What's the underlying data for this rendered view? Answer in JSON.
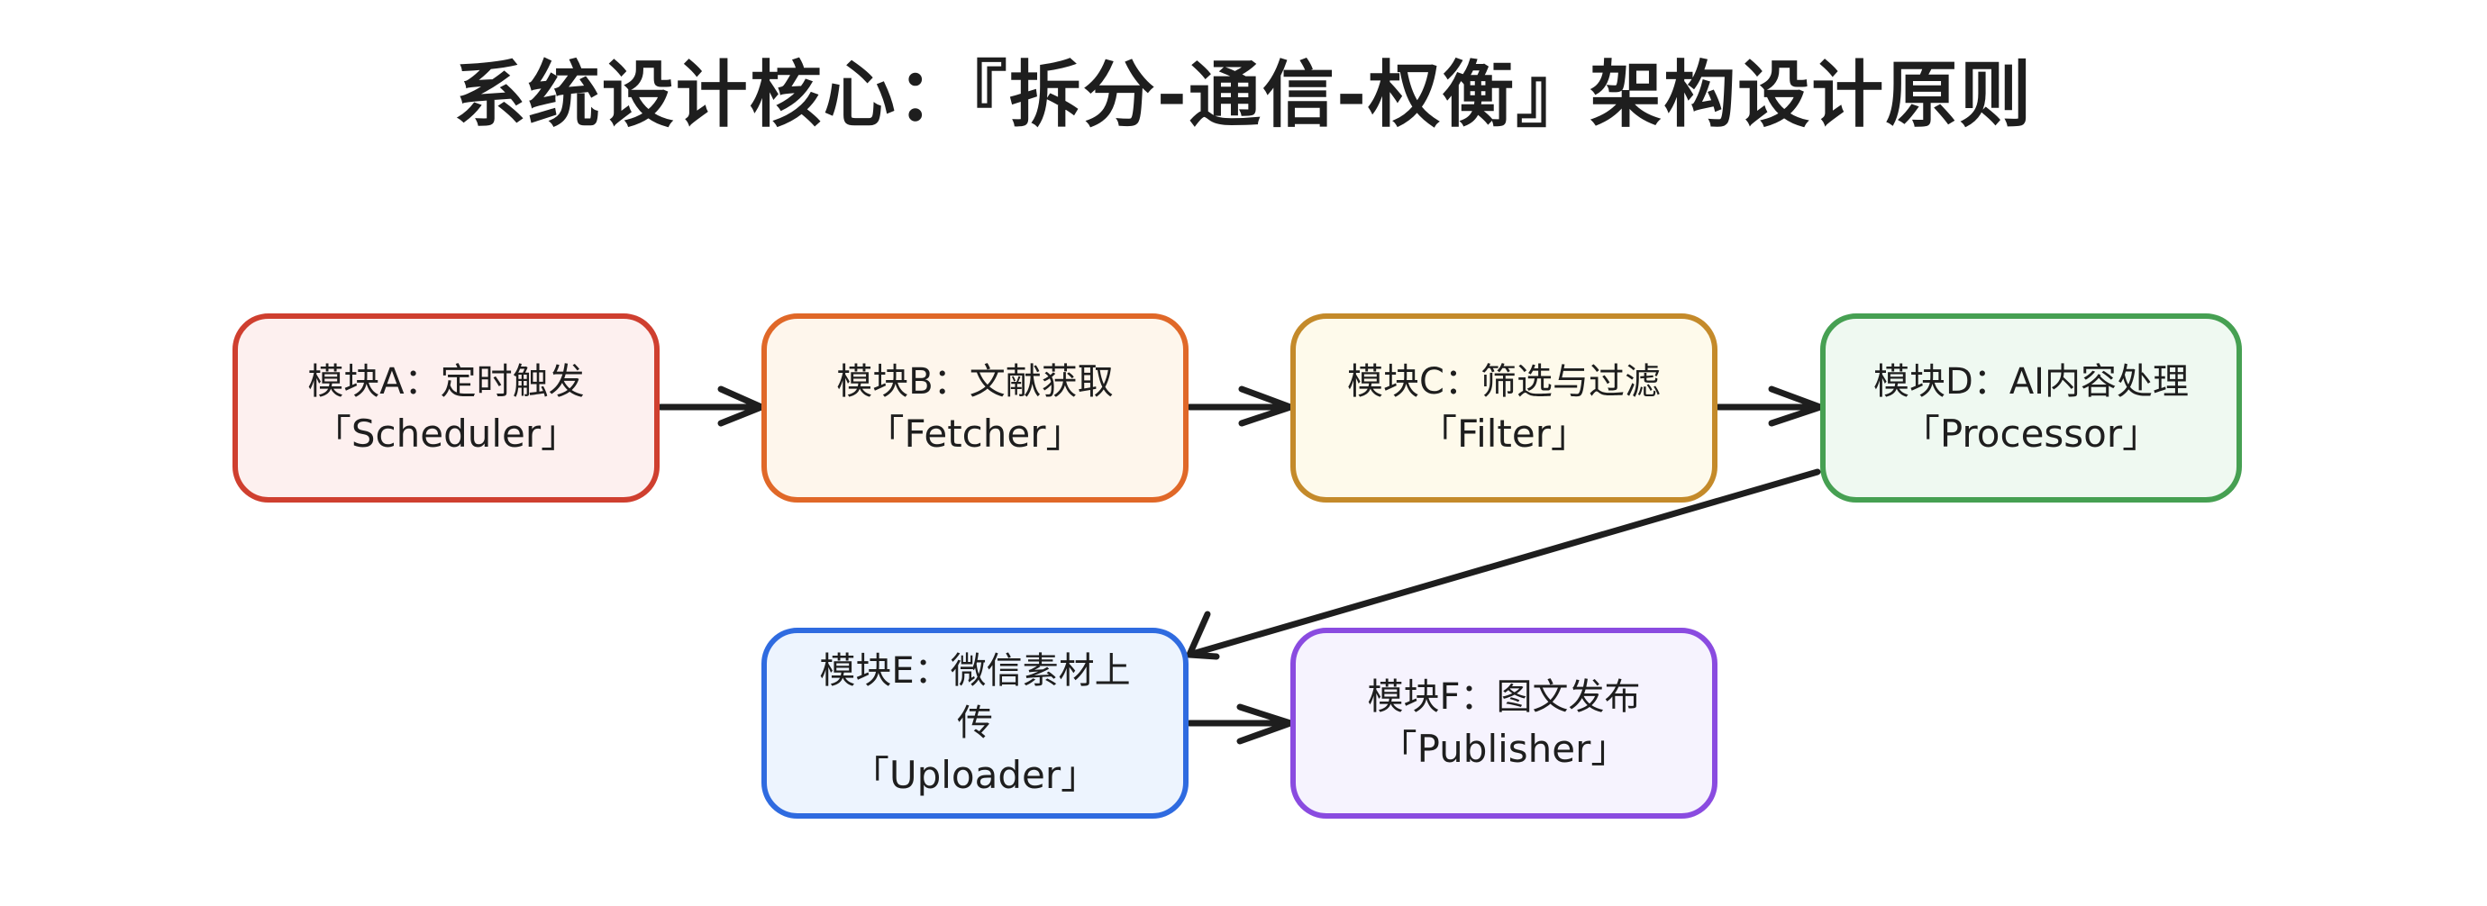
{
  "title": "系统设计核心：『拆分-通信-权衡』架构设计原则",
  "nodes": [
    {
      "id": "A",
      "label": "模块A：定时触发",
      "sublabel": "「Scheduler」",
      "stroke": "#cf3f2f",
      "fill": "#fdf0ef"
    },
    {
      "id": "B",
      "label": "模块B：文献获取",
      "sublabel": "「Fetcher」",
      "stroke": "#e06828",
      "fill": "#fef6ec"
    },
    {
      "id": "C",
      "label": "模块C：筛选与过滤",
      "sublabel": "「Filter」",
      "stroke": "#c48a2a",
      "fill": "#fefaeb"
    },
    {
      "id": "D",
      "label": "模块D：AI内容处理",
      "sublabel": "「Processor」",
      "stroke": "#46a052",
      "fill": "#eff9f1"
    },
    {
      "id": "E",
      "label": "模块E：微信素材上传",
      "label_lines": [
        "模块E：微信素材上",
        "传"
      ],
      "sublabel": "「Uploader」",
      "stroke": "#2f6be0",
      "fill": "#edf4fe"
    },
    {
      "id": "F",
      "label": "模块F：图文发布",
      "sublabel": "「Publisher」",
      "stroke": "#8a4be0",
      "fill": "#f6f3fe"
    }
  ],
  "edges": [
    {
      "from": "A",
      "to": "B"
    },
    {
      "from": "B",
      "to": "C"
    },
    {
      "from": "C",
      "to": "D"
    },
    {
      "from": "D",
      "to": "E"
    },
    {
      "from": "E",
      "to": "F"
    }
  ]
}
